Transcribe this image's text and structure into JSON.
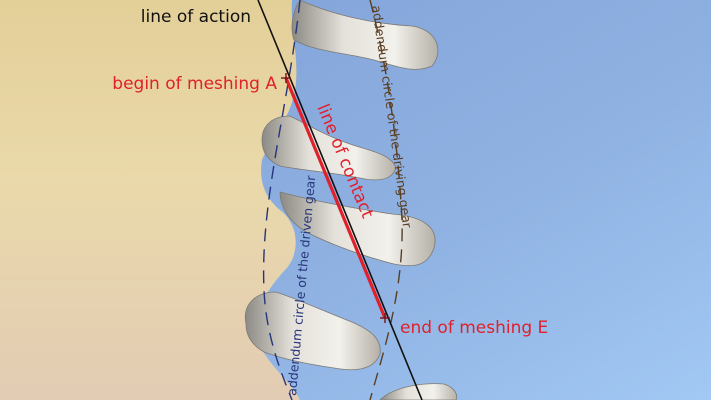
{
  "labels": {
    "line_of_action": "line of action",
    "begin_of_meshing": "begin of meshing A",
    "end_of_meshing": "end of meshing E",
    "line_of_contact": "line of contact",
    "addendum_driven": "addendum circle of the driven gear",
    "addendum_driving": "addendum circle of the driving gear"
  },
  "colors": {
    "driven_gear_face": "#e6d3a0",
    "driving_gear_face": "#8fb2e0",
    "line_of_contact": "#e0202a",
    "driven_addendum": "#28357a",
    "driving_addendum": "#5a3e22",
    "line_of_action": "#111111"
  }
}
